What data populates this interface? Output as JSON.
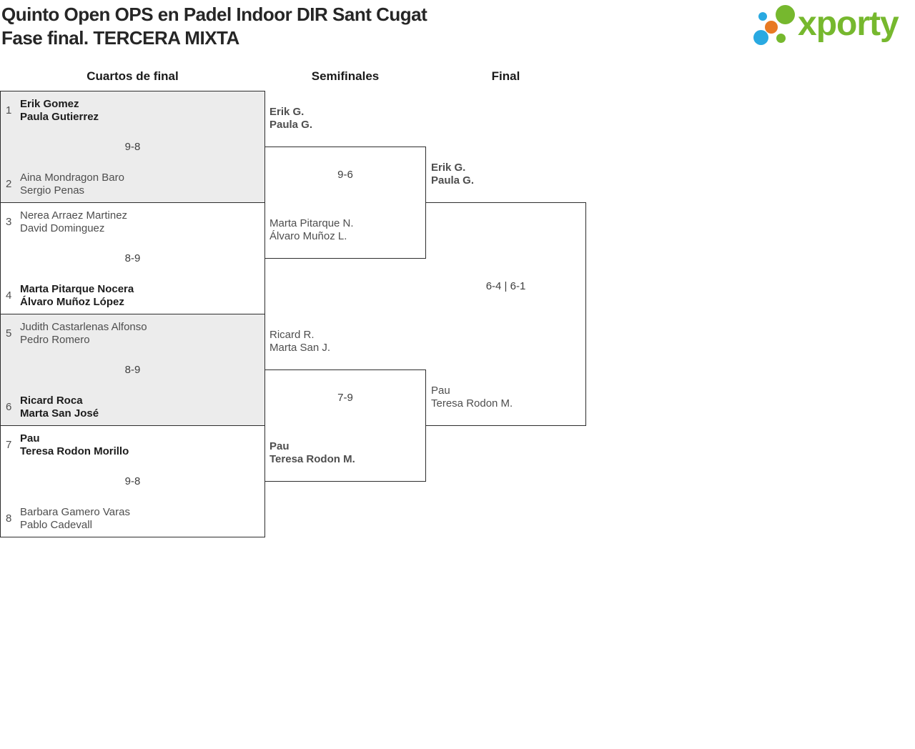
{
  "page": {
    "title_line1": "Quinto Open OPS en Padel Indoor DIR Sant Cugat",
    "title_line2": "Fase final. TERCERA MIXTA"
  },
  "logo": {
    "wordmark": "xporty",
    "colors": {
      "green": "#76b82e",
      "blue": "#29a9e1",
      "orange": "#e87a22"
    }
  },
  "bracket": {
    "round_headers": [
      "Cuartos de final",
      "Semifinales",
      "Final"
    ],
    "quarterfinals": [
      {
        "seed_top": "1",
        "team_top": [
          "Erik Gomez",
          "Paula Gutierrez"
        ],
        "team_top_winner": true,
        "score": "9-8",
        "seed_bottom": "2",
        "team_bottom": [
          "Aina Mondragon Baro",
          "Sergio Penas"
        ],
        "team_bottom_winner": false,
        "shaded": true
      },
      {
        "seed_top": "3",
        "team_top": [
          "Nerea Arraez Martinez",
          "David Dominguez"
        ],
        "team_top_winner": false,
        "score": "8-9",
        "seed_bottom": "4",
        "team_bottom": [
          "Marta Pitarque Nocera",
          "Álvaro Muñoz López"
        ],
        "team_bottom_winner": true,
        "shaded": false
      },
      {
        "seed_top": "5",
        "team_top": [
          "Judith Castarlenas Alfonso",
          "Pedro Romero"
        ],
        "team_top_winner": false,
        "score": "8-9",
        "seed_bottom": "6",
        "team_bottom": [
          "Ricard Roca",
          "Marta San José"
        ],
        "team_bottom_winner": true,
        "shaded": true
      },
      {
        "seed_top": "7",
        "team_top": [
          "Pau",
          "Teresa Rodon Morillo"
        ],
        "team_top_winner": true,
        "score": "9-8",
        "seed_bottom": "8",
        "team_bottom": [
          "Barbara Gamero Varas",
          "Pablo Cadevall"
        ],
        "team_bottom_winner": false,
        "shaded": false
      }
    ],
    "semifinals": [
      {
        "team_top": [
          "Erik G.",
          "Paula G."
        ],
        "team_top_winner": true,
        "score": "9-6",
        "team_bottom": [
          "Marta Pitarque N.",
          "Álvaro Muñoz L."
        ],
        "team_bottom_winner": false
      },
      {
        "team_top": [
          "Ricard R.",
          "Marta San J."
        ],
        "team_top_winner": false,
        "score": "7-9",
        "team_bottom": [
          "Pau",
          "Teresa Rodon M."
        ],
        "team_bottom_winner": true
      }
    ],
    "final": {
      "team_top": [
        "Erik G.",
        "Paula G."
      ],
      "team_top_winner": true,
      "score": "6-4 | 6-1",
      "team_bottom": [
        "Pau",
        "Teresa Rodon M."
      ],
      "team_bottom_winner": false
    }
  },
  "colors": {
    "winner_text": "#1c1c1c",
    "loser_text": "#4e4e4e",
    "match_shaded_bg": "#ececec",
    "border": "#2d2d2d"
  }
}
